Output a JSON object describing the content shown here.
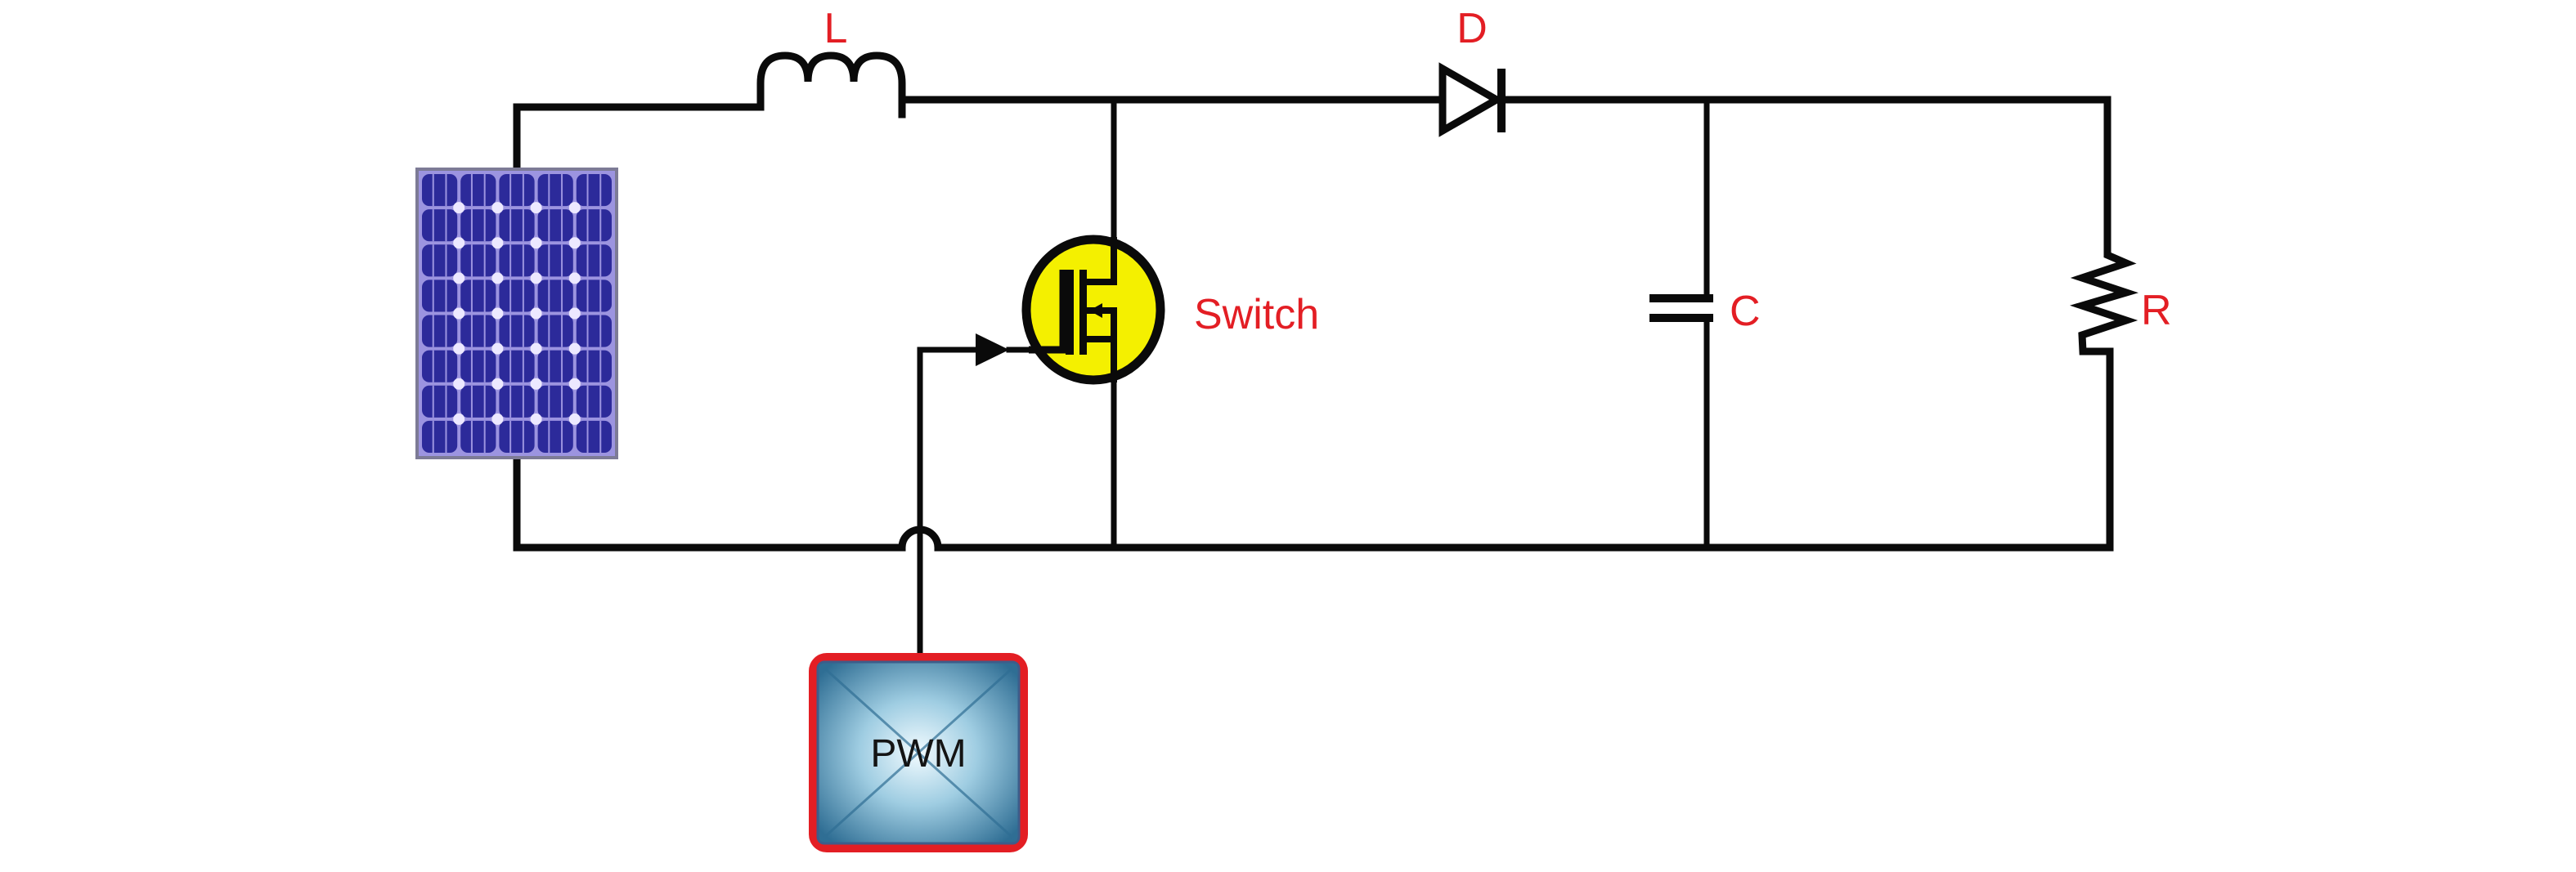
{
  "diagram": {
    "title": "",
    "type": "boost converter circuit with solar panel",
    "colors": {
      "wire": "#0a0a0a",
      "label": "#e31e24",
      "panel_cell": "#2c2a9a",
      "panel_grid": "#9c94e0",
      "panel_frame": "#7d7b96",
      "switch_fill": "#f4f000",
      "pwm_border": "#e31e24",
      "pwm_fill_edge": "#2f6e94",
      "pwm_fill_center": "#f2fbff"
    },
    "components": {
      "source": {
        "name": "solar-panel",
        "label": "",
        "cell_columns": 5,
        "cell_rows": 8
      },
      "inductor": {
        "label": "L"
      },
      "diode": {
        "label": "D"
      },
      "switch": {
        "label": "Switch"
      },
      "capacitor": {
        "label": "C"
      },
      "resistor": {
        "label": "R"
      },
      "controller": {
        "label": "PWM"
      }
    },
    "connections": [
      [
        "solar-panel(+)",
        "inductor"
      ],
      [
        "inductor",
        "switch-drain / diode-anode node"
      ],
      [
        "diode-cathode",
        "capacitor / resistor top rail"
      ],
      [
        "controller",
        "switch-gate"
      ],
      [
        "solar-panel(-)",
        "ground rail"
      ],
      [
        "switch-source",
        "ground rail"
      ],
      [
        "capacitor",
        "ground rail"
      ],
      [
        "resistor",
        "ground rail"
      ]
    ]
  }
}
